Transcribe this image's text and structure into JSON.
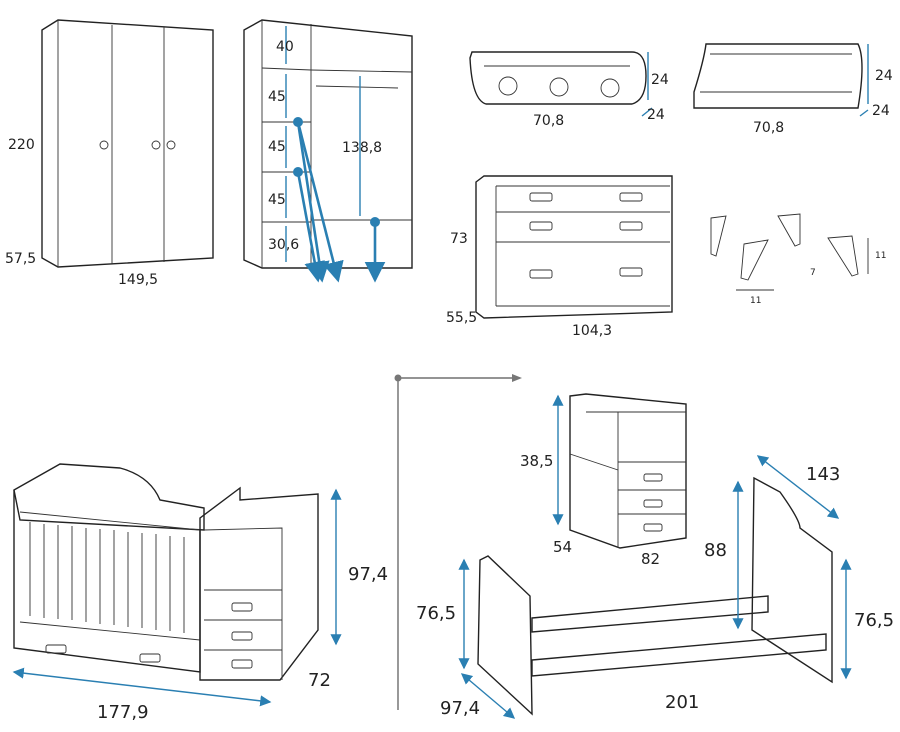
{
  "colors": {
    "accent": "#2a7fb2",
    "line": "#222222"
  },
  "wardrobe_closed": {
    "height": "220",
    "depth": "57,5",
    "width": "149,5"
  },
  "wardrobe_open": {
    "shelf1": "40",
    "shelf2": "45",
    "shelf3": "45",
    "shelf4": "45",
    "bottom": "30,6",
    "hanging": "138,8"
  },
  "shelf_round": {
    "height": "24",
    "depth": "24",
    "width": "70,8"
  },
  "shelf_open": {
    "height": "24",
    "depth": "24",
    "width": "70,8"
  },
  "dresser": {
    "height": "73",
    "depth": "55,5",
    "width": "104,3"
  },
  "legs": {
    "height": "11",
    "width": "11",
    "angle": "7"
  },
  "crib": {
    "height": "97,4",
    "width": "177,9",
    "depth": "72"
  },
  "bookcase": {
    "height": "38,5",
    "depth": "54",
    "width": "82"
  },
  "bed": {
    "head_height": "88",
    "head_width": "143",
    "foot_height": "76,5",
    "side_height": "76,5",
    "depth": "97,4",
    "length": "201"
  }
}
